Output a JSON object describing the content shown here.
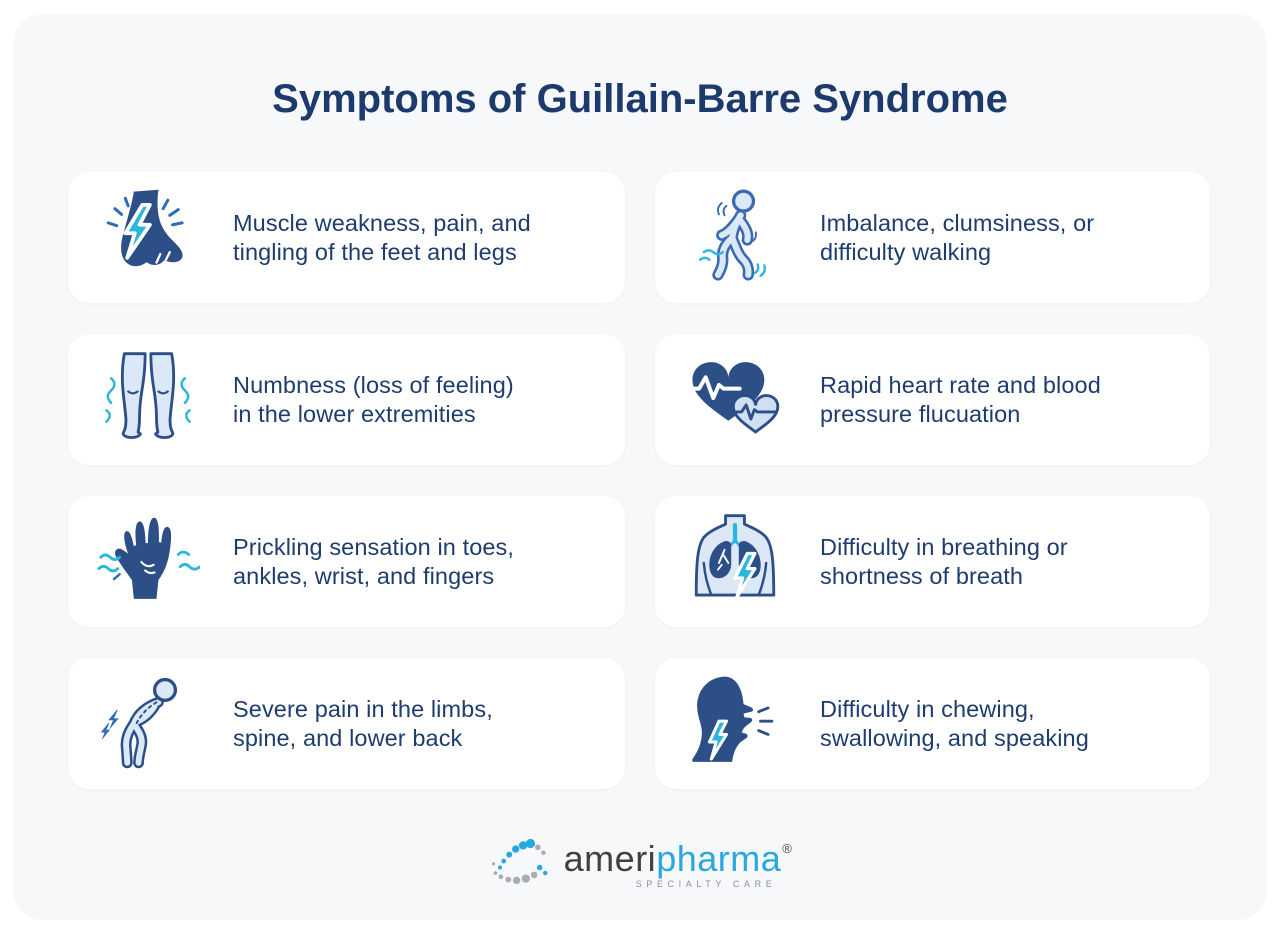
{
  "title": "Symptoms of Guillain-Barre Syndrome",
  "colors": {
    "page_background": "#ffffff",
    "panel_background": "#f7f8fa",
    "card_background": "#ffffff",
    "title_text": "#1d3a6d",
    "card_text": "#1e3c6e",
    "icon_navy": "#2d4f88",
    "icon_outline_blue": "#3b6ab3",
    "icon_light_fill": "#dbe8f7",
    "icon_cyan": "#2bb6dc",
    "logo_dark": "#3f4040",
    "logo_blue": "#29a8e0",
    "logo_tagline_gray": "#8b9096"
  },
  "cards": [
    {
      "icon": "foot-pain-icon",
      "lines": [
        "Muscle weakness, pain, and",
        "tingling of the feet and legs"
      ]
    },
    {
      "icon": "walking-person-icon",
      "lines": [
        "Imbalance, clumsiness, or",
        "difficulty walking"
      ]
    },
    {
      "icon": "numb-legs-icon",
      "lines": [
        "Numbness (loss of feeling)",
        "in the lower extremities"
      ]
    },
    {
      "icon": "heart-rate-icon",
      "lines": [
        "Rapid heart rate and blood",
        "pressure flucuation"
      ]
    },
    {
      "icon": "prickling-hand-icon",
      "lines": [
        "Prickling sensation in toes,",
        "ankles, wrist, and fingers"
      ]
    },
    {
      "icon": "breathing-icon",
      "lines": [
        "Difficulty in breathing or",
        "shortness of breath"
      ]
    },
    {
      "icon": "back-pain-icon",
      "lines": [
        "Severe pain in the limbs,",
        "spine, and lower back"
      ]
    },
    {
      "icon": "throat-icon",
      "lines": [
        "Difficulty in chewing,",
        "swallowing, and speaking"
      ]
    }
  ],
  "logo": {
    "name_part1": "ameri",
    "name_part2": "pharma",
    "registered_mark": "®",
    "tagline": "SPECIALTY CARE"
  }
}
